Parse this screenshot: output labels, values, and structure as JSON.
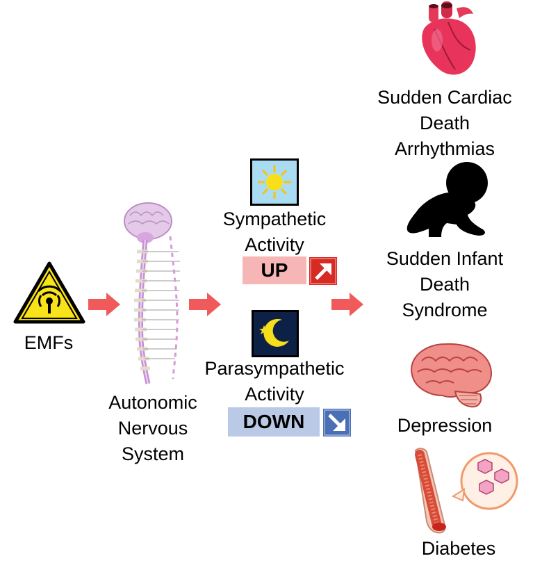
{
  "emf": {
    "label": "EMFs",
    "icon": "radiation-warning-icon"
  },
  "ans": {
    "line1": "Autonomic",
    "line2": "Nervous",
    "line3": "System",
    "icon": "brain-spinal-cord-icon"
  },
  "sympathetic": {
    "line1": "Sympathetic",
    "line2": "Activity",
    "status": "UP",
    "icon": "sun-icon",
    "arrow_icon": "arrow-up-right-icon"
  },
  "parasympathetic": {
    "line1": "Parasympathetic",
    "line2": "Activity",
    "status": "DOWN",
    "icon": "moon-stars-icon",
    "arrow_icon": "arrow-down-right-icon"
  },
  "outcomes": {
    "cardiac": {
      "line1": "Sudden Cardiac",
      "line2": "Death",
      "line3": "Arrhythmias",
      "icon": "heart-icon"
    },
    "infant": {
      "line1": "Sudden Infant",
      "line2": "Death",
      "line3": "Syndrome",
      "icon": "baby-icon"
    },
    "depression": {
      "line1": "Depression",
      "icon": "brain-icon"
    },
    "diabetes": {
      "line1": "Diabetes",
      "icon": "blood-vessel-glucose-icon"
    }
  },
  "colors": {
    "flow_arrow": "#f05a5a",
    "up_badge": "#f6b6b6",
    "up_arrow": "#d72a22",
    "down_badge": "#b9c9e6",
    "down_arrow": "#4a6fb5",
    "sun_bg": "#a9dcf3",
    "moon_bg": "#0d2146",
    "warning_yellow": "#f8e21a"
  }
}
